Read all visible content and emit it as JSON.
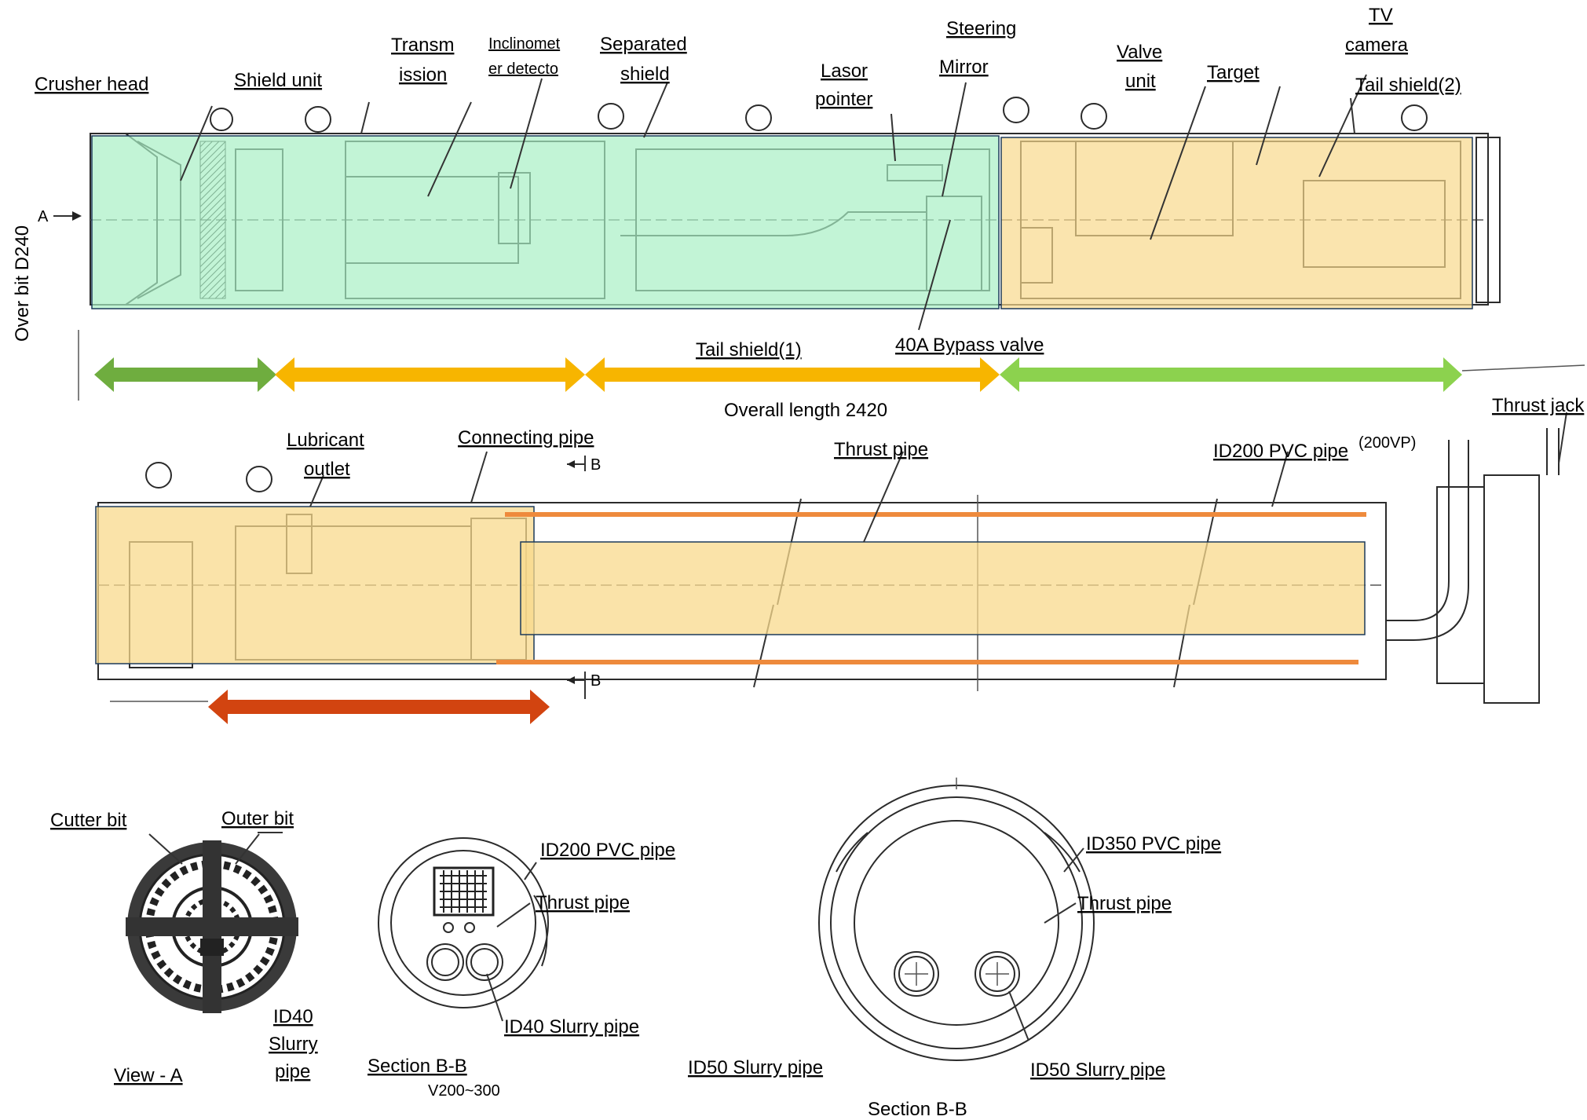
{
  "colors": {
    "green_zone": "#a8f0c4",
    "orange_zone": "#f8d98c",
    "arrow_dark_green": "#6fad3f",
    "arrow_orange": "#f7b500",
    "arrow_light_green": "#8cd24e",
    "arrow_red": "#d24410",
    "line_orange": "#ee8a3c"
  },
  "top": {
    "labels": {
      "crusher_head": "Crusher head",
      "shield_unit": "Shield unit",
      "transmission_1": "Transm",
      "transmission_2": "ission",
      "inclinometer_1": "Inclinomet",
      "inclinometer_2": "er detecto",
      "separated_1": "Separated",
      "separated_2": "shield",
      "lasor_1": "Lasor",
      "lasor_2": "pointer",
      "steering": "Steering",
      "mirror": "Mirror",
      "valve_1": "Valve",
      "valve_2": "unit",
      "target": "Target",
      "tv_1": "TV",
      "tv_2": "camera",
      "tail_shield_2": "Tail shield(2)",
      "tail_shield_1": "Tail shield(1)",
      "bypass_valve": "40A Bypass valve",
      "over_bit": "Over bit D240",
      "overall_length": "Overall length 2420",
      "marker_a": "A"
    }
  },
  "middle": {
    "labels": {
      "lubricant_1": "Lubricant",
      "lubricant_2": "outlet",
      "connecting_pipe": "Connecting pipe",
      "thrust_pipe": "Thrust pipe",
      "pvc_pipe": "ID200 PVC pipe",
      "thrust_jack": "Thrust jack",
      "section_marker_top": "B",
      "section_marker_bottom": "B",
      "pvc_spec": "(200VP)"
    }
  },
  "bottom": {
    "view_a": {
      "cutter_bit": "Cutter bit",
      "outer_bit": "Outer bit",
      "slurry_1": "ID40",
      "slurry_2": "Slurry",
      "slurry_3": "pipe",
      "caption": "View - A"
    },
    "section_small": {
      "pvc": "ID200 PVC pipe",
      "thrust": "Thrust pipe",
      "slurry": "ID40 Slurry pipe",
      "caption": "Section  B-B",
      "sub": "V200~300"
    },
    "section_large": {
      "pvc": "ID350 PVC pipe",
      "thrust": "Thrust pipe",
      "slurry_left": "ID50 Slurry pipe",
      "slurry_right": "ID50 Slurry pipe",
      "caption": "Section  B-B"
    }
  }
}
